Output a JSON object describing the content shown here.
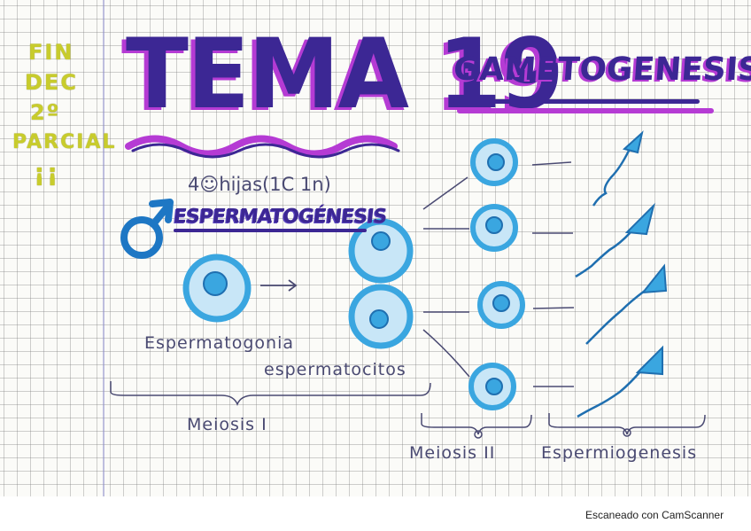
{
  "page": {
    "margin_note": [
      "FIN",
      "DEC",
      "2º",
      "PARCIAL",
      "¡¡"
    ],
    "title": "TEMA 19",
    "subject": "GAMETOGENESIS",
    "section_title": "ESPERMATOGÉNESIS",
    "daughters_note": "4☺hijas(1C 1n)",
    "labels": {
      "spermatogonium": "Espermatogonia",
      "spermatocytes": "espermatocitos",
      "meiosis_1": "Meiosis I",
      "meiosis_2": "Meiosis II",
      "spermiogenesis": "Espermiogenesis"
    },
    "scanner_credit": "Escaneado con CamScanner"
  },
  "colors": {
    "ink_purple": "#3c2794",
    "ink_magenta": "#b53bd4",
    "cell_blue": "#3aa6e0",
    "cell_dark": "#1f6fb0",
    "highlighter_yellow": "#c8cc2c"
  },
  "icons": [
    "male-symbol-icon"
  ]
}
